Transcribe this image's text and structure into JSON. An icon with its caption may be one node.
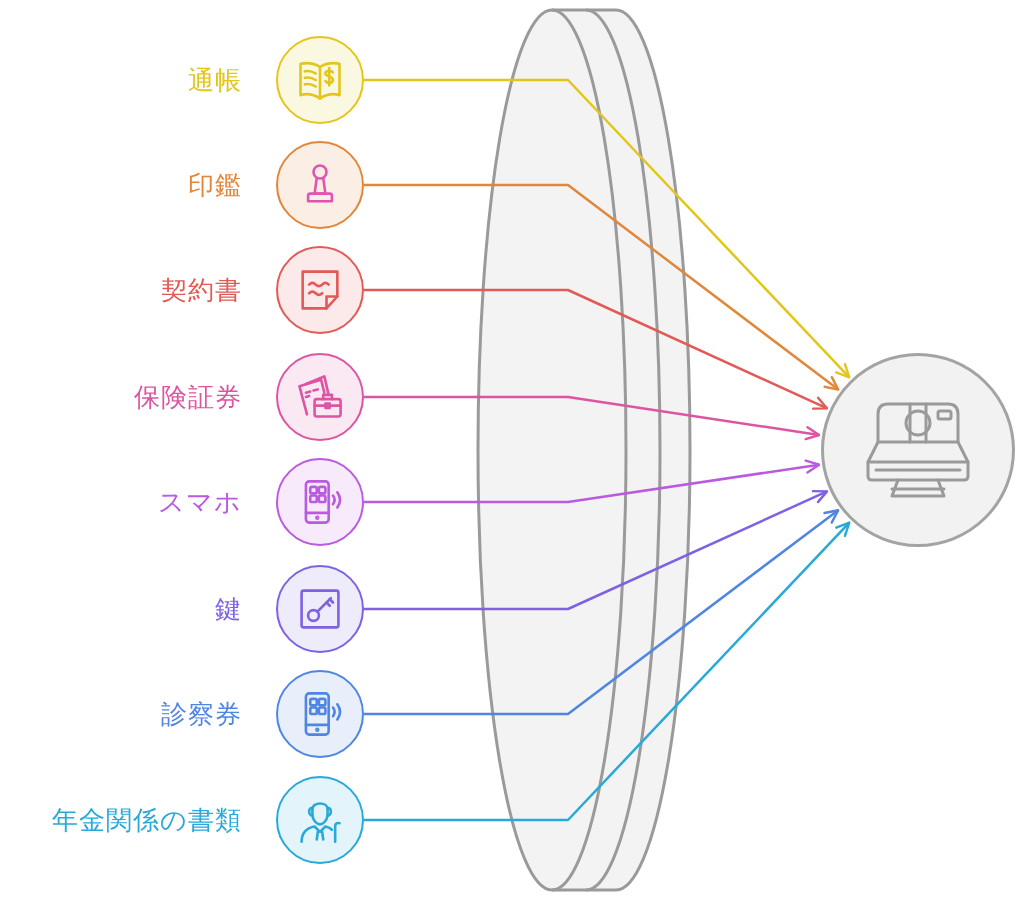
{
  "diagram": {
    "nodes": [
      {
        "text": [
          "通帳"
        ]
      },
      {
        "text": [
          "印鑑"
        ]
      },
      {
        "text": [
          "契約書"
        ]
      },
      {
        "text": [
          "保険証券"
        ]
      },
      {
        "text": [
          "スマホ"
        ]
      },
      {
        "text": [
          "鍵"
        ]
      },
      {
        "text": [
          "診察券"
        ]
      },
      {
        "text": [
          "年金関係の書類"
        ]
      },
      {
        "text": [],
        "shape": "circle"
      }
    ],
    "edges": [
      {
        "from": 0,
        "to": 8,
        "arrow": "to",
        "color": "#e3c61b"
      },
      {
        "from": 1,
        "to": 8,
        "arrow": "to",
        "color": "#e2873a"
      },
      {
        "from": 2,
        "to": 8,
        "arrow": "to",
        "color": "#e25a56"
      },
      {
        "from": 3,
        "to": 8,
        "arrow": "to",
        "color": "#dc55a2"
      },
      {
        "from": 4,
        "to": 8,
        "arrow": "to",
        "color": "#b95ae0"
      },
      {
        "from": 5,
        "to": 8,
        "arrow": "to",
        "color": "#7e62e3"
      },
      {
        "from": 6,
        "to": 8,
        "arrow": "to",
        "color": "#4f86e3"
      },
      {
        "from": 7,
        "to": 8,
        "arrow": "to",
        "color": "#28a9da"
      }
    ]
  }
}
